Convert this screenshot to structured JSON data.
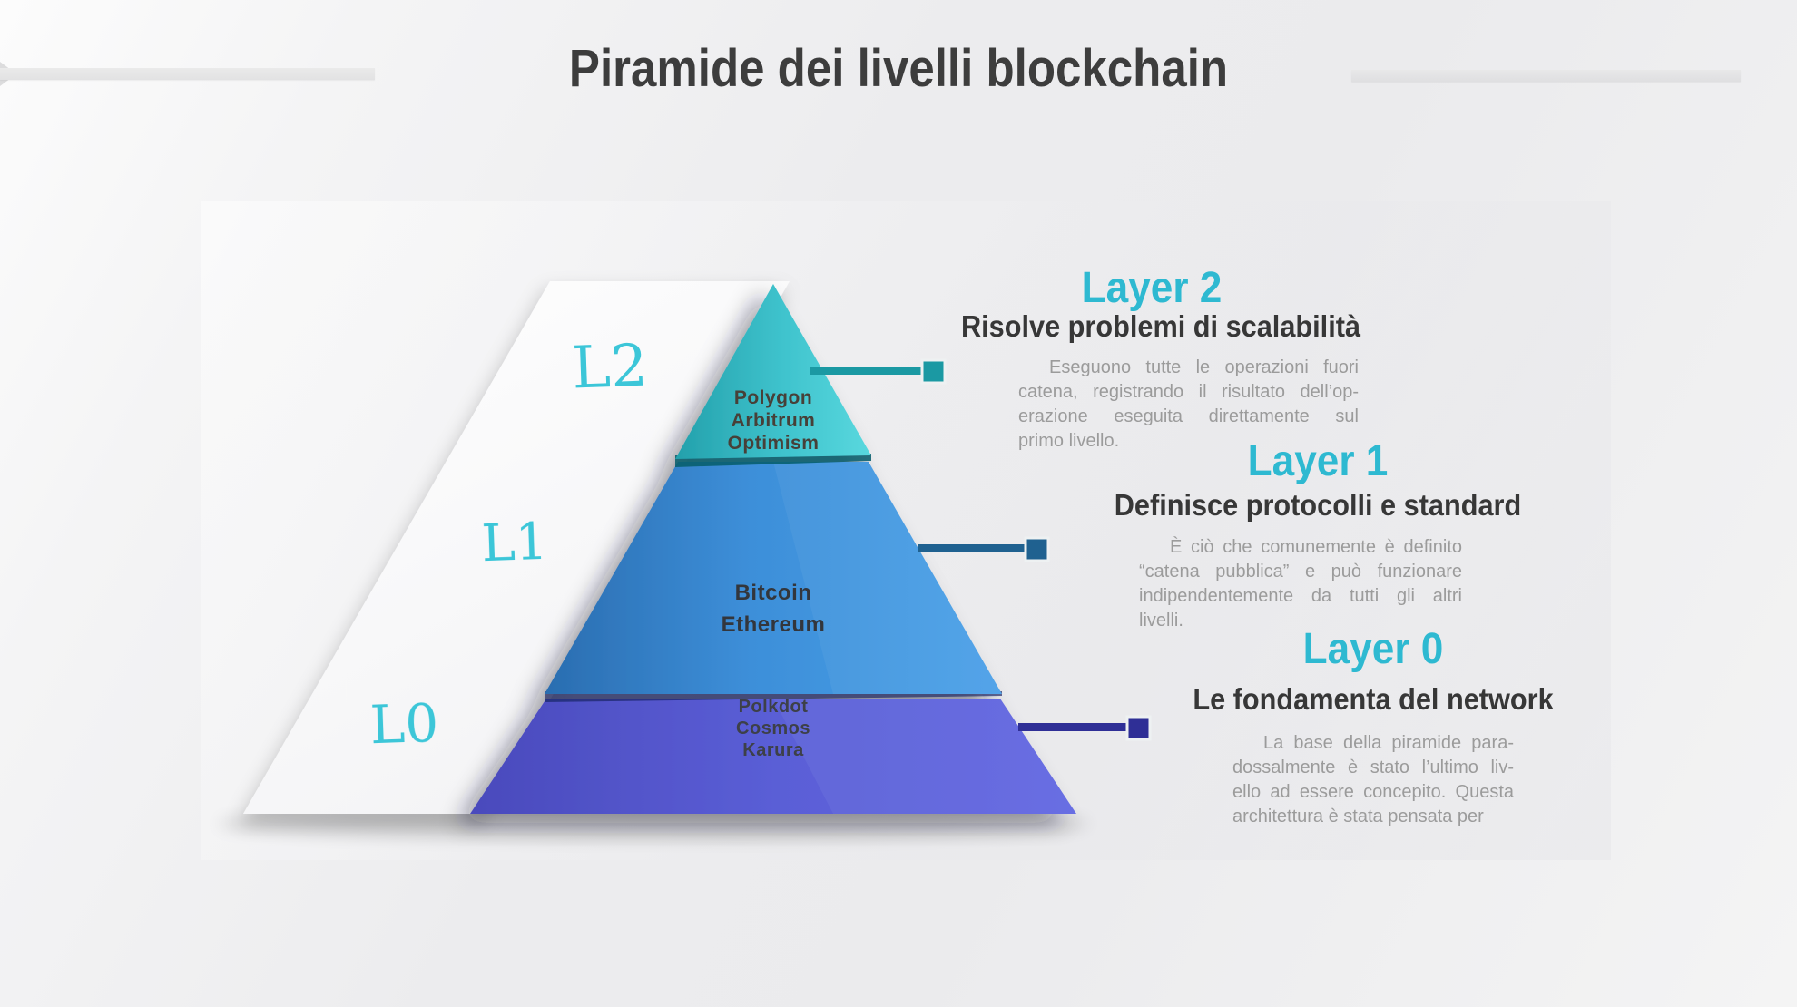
{
  "title": "Piramide dei livelli blockchain",
  "colors": {
    "accent_cyan": "#2eb9d1",
    "hand_label_cyan": "#3cc6d8",
    "heading_dark": "#373737",
    "body_gray": "#9b9b9b",
    "level2_teal_from": "#23a0ab",
    "level2_teal_to": "#59d8de",
    "level1_blue_from": "#2a6db0",
    "level1_blue_to": "#4aa0e8",
    "level0_purple_from": "#4a4abc",
    "level0_purple_to": "#6067e2",
    "connector_l2": "#1b99a3",
    "connector_l1": "#1f6190",
    "connector_l0": "#2f2f96"
  },
  "pyramid": {
    "levels": [
      {
        "hand_label": "L2",
        "items": [
          "Polygon",
          "Arbitrum",
          "Optimism"
        ]
      },
      {
        "hand_label": "L1",
        "items": [
          "Bitcoin",
          "Ethereum"
        ]
      },
      {
        "hand_label": "L0",
        "items": [
          "Polkdot",
          "Cosmos",
          "Karura"
        ]
      }
    ]
  },
  "callouts": [
    {
      "heading": "Layer 2",
      "subheading": "Risolve problemi di scalabilità",
      "body_lines": [
        "Eseguono tutte le operazioni fuori",
        "catena, registrando il risultato dell’op-",
        "erazione eseguita direttamente sul",
        "primo livello."
      ]
    },
    {
      "heading": "Layer 1",
      "subheading": "Definisce protocolli e standard",
      "body_lines": [
        "È ciò che comunemente è definito",
        "“catena pubblica” e può funzionare",
        "indipendentemente da tutti gli altri",
        "livelli."
      ]
    },
    {
      "heading": "Layer 0",
      "subheading": "Le fondamenta del network",
      "body_lines": [
        "La base della piramide para-",
        "dossalmente è stato l’ultimo liv-",
        "ello ad essere concepito. Questa",
        "architettura è stata pensata per"
      ]
    }
  ]
}
